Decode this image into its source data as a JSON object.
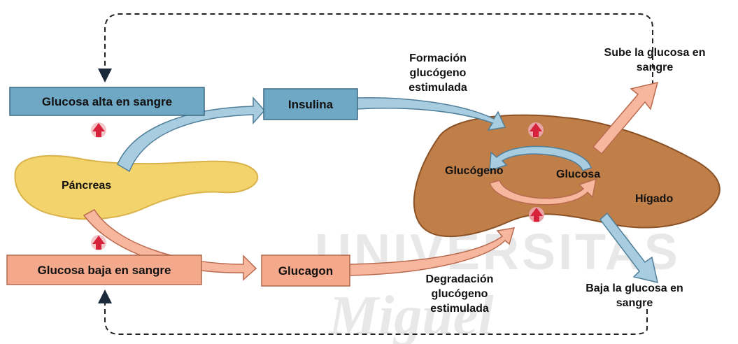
{
  "boxes": {
    "glucosa_alta": "Glucosa alta en sangre",
    "insulina": "Insulina",
    "glucosa_baja": "Glucosa baja en sangre",
    "glucagon": "Glucagon"
  },
  "organs": {
    "pancreas": "Páncreas",
    "higado": "Hígado"
  },
  "liver_cycle": {
    "glucogeno": "Glucógeno",
    "glucosa": "Glucosa"
  },
  "annotations": {
    "formacion": [
      "Formación",
      "glucógeno",
      "estimulada"
    ],
    "degradacion": [
      "Degradación",
      "glucógeno",
      "estimulada"
    ],
    "sube": [
      "Sube la glucosa en",
      "sangre"
    ],
    "baja": [
      "Baja la glucosa en",
      "sangre"
    ]
  },
  "watermark": [
    "UNIVERSITAS",
    "Miguel"
  ],
  "colors": {
    "blue_box": "#6fa8c4",
    "salmon_box": "#f4a98c",
    "blue_arrow": "#a9cde0",
    "salmon_arrow": "#f7b79e",
    "liver": "#c07e49",
    "pancreas": "#f3d36b",
    "red_marker": "#d6223a"
  }
}
